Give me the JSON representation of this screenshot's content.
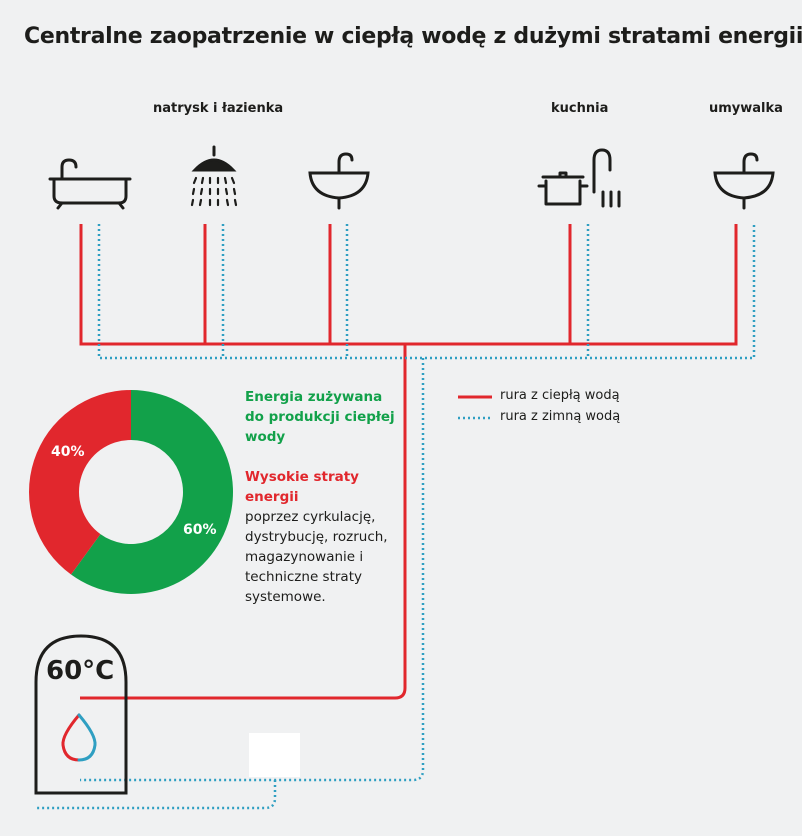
{
  "title": "Centralne zaopatrzenie w ciepłą wodę z dużymi stratami energii",
  "fixtures": {
    "shower_bath": "natrysk i łazienka",
    "kitchen": "kuchnia",
    "washbasin": "umywalka"
  },
  "icons": [
    "bathtub-icon",
    "shower-icon",
    "sink-icon",
    "pot-icon",
    "faucet-icon",
    "sink-icon"
  ],
  "legend": {
    "hot": "rura z ciepłą wodą",
    "cold": "rura z zimną wodą"
  },
  "colors": {
    "hot_pipe": "#e1272d",
    "cold_pipe": "#2f9fc2",
    "green": "#12a14a",
    "red": "#e1272d"
  },
  "chart_data": {
    "type": "pie",
    "categories": [
      "Energia zużywana do produkcji ciepłej wody",
      "Wysokie straty energii"
    ],
    "values": [
      60,
      40
    ],
    "labels": [
      "60%",
      "40%"
    ],
    "colors": [
      "#12a14a",
      "#e1272d"
    ]
  },
  "info": {
    "green_text": "Energia zużywana do produkcji ciepłej wody",
    "red_text": "Wysokie straty energii",
    "body_text": "poprzez cyrkulację, dystrybucję, rozruch, magazynowanie i techniczne straty systemowe."
  },
  "boiler": {
    "temperature": "60°C"
  }
}
